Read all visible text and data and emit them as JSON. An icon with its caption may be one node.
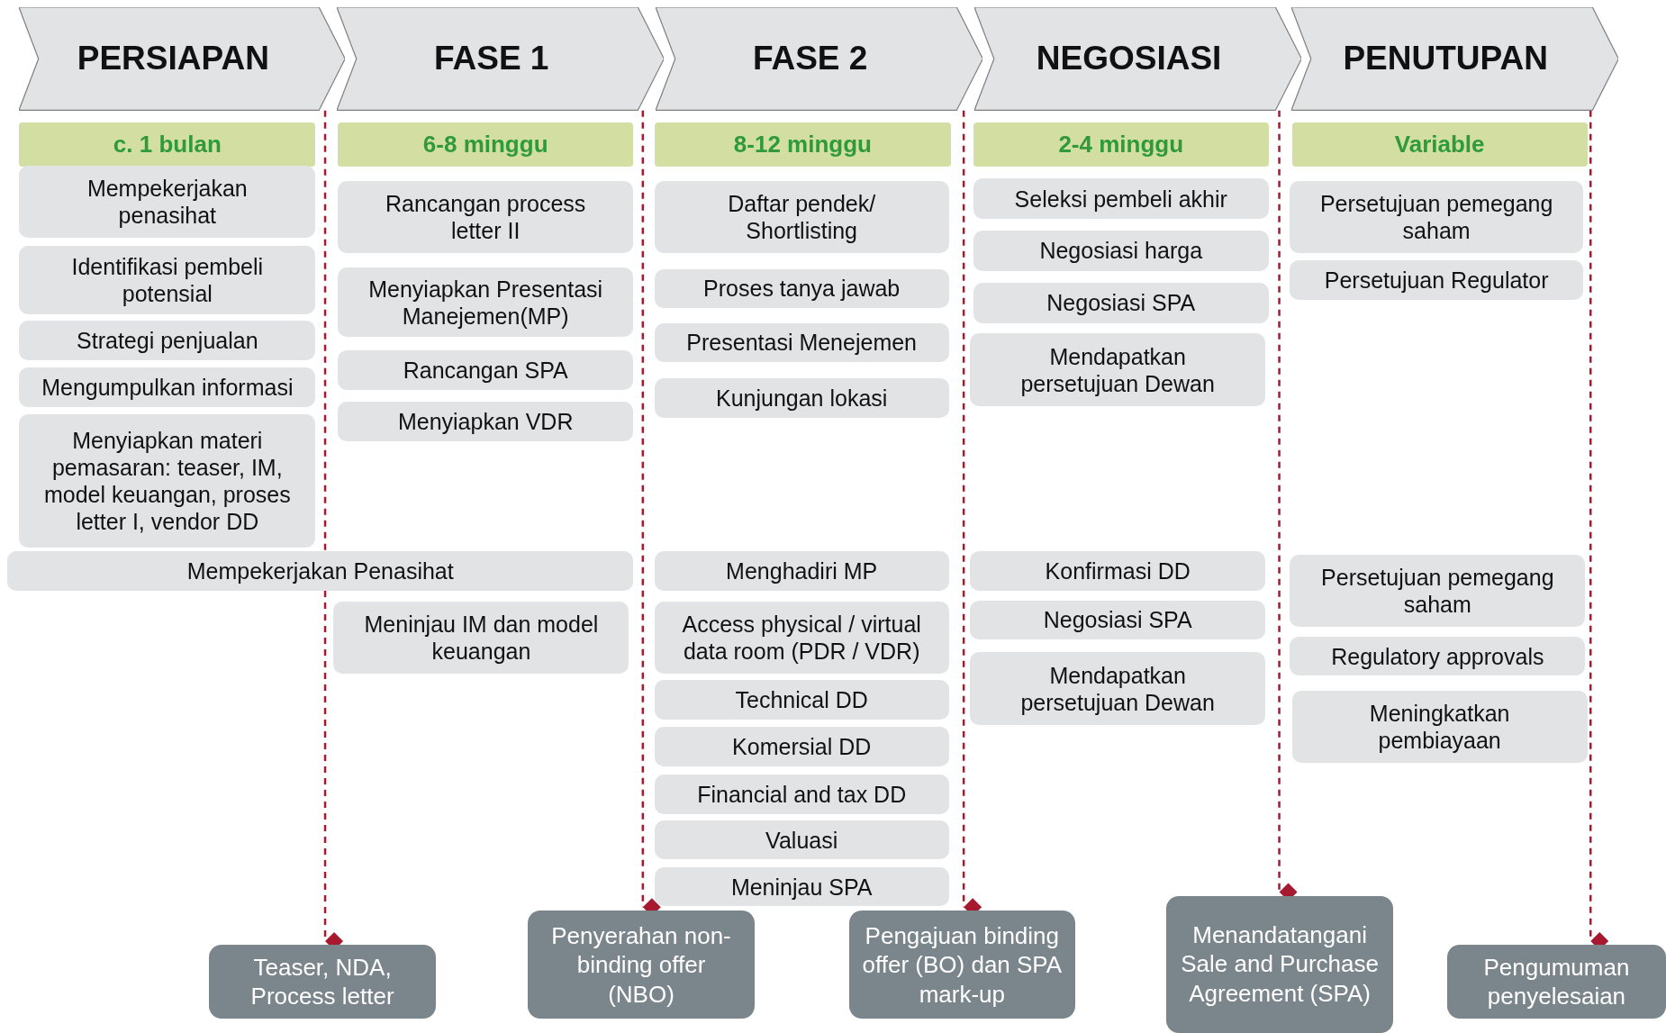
{
  "diagram": {
    "nodes": [
      {
        "text": [
          "PERSIAPAN"
        ]
      },
      {
        "text": [
          "FASE 1"
        ]
      },
      {
        "text": [
          "FASE 2"
        ]
      },
      {
        "text": [
          "NEGOSIASI"
        ]
      },
      {
        "text": [
          "PENUTUPAN"
        ]
      },
      {
        "text": [
          "c. 1 bulan"
        ]
      },
      {
        "text": [
          "6-8 minggu"
        ]
      },
      {
        "text": [
          "8-12 minggu"
        ]
      },
      {
        "text": [
          "2-4 minggu"
        ]
      },
      {
        "text": [
          "Variable"
        ]
      },
      {
        "text": [
          "Mempekerjakan penasihat"
        ]
      },
      {
        "text": [
          "Identifikasi pembeli potensial"
        ]
      },
      {
        "text": [
          "Strategi penjualan"
        ]
      },
      {
        "text": [
          "Mengumpulkan informasi"
        ]
      },
      {
        "text": [
          "Menyiapkan materi pemasaran: teaser, IM, model keuangan, proses letter I, vendor DD"
        ]
      },
      {
        "text": [
          "Rancangan process letter II"
        ]
      },
      {
        "text": [
          "Menyiapkan Presentasi Manejemen(MP)"
        ]
      },
      {
        "text": [
          "Rancangan SPA"
        ]
      },
      {
        "text": [
          "Menyiapkan VDR"
        ]
      },
      {
        "text": [
          "Daftar pendek/ Shortlisting"
        ]
      },
      {
        "text": [
          "Proses tanya jawab"
        ]
      },
      {
        "text": [
          "Presentasi Menejemen"
        ]
      },
      {
        "text": [
          "Kunjungan lokasi"
        ]
      },
      {
        "text": [
          "Seleksi pembeli akhir"
        ]
      },
      {
        "text": [
          "Negosiasi harga"
        ]
      },
      {
        "text": [
          "Negosiasi SPA"
        ]
      },
      {
        "text": [
          "Mendapatkan persetujuan Dewan"
        ]
      },
      {
        "text": [
          "Persetujuan pemegang saham"
        ]
      },
      {
        "text": [
          "Persetujuan Regulator"
        ]
      },
      {
        "text": [
          "Mempekerjakan Penasihat"
        ]
      },
      {
        "text": [
          "Meninjau IM dan model keuangan"
        ]
      },
      {
        "text": [
          "Menghadiri MP"
        ]
      },
      {
        "text": [
          "Access physical / virtual data room (PDR / VDR)"
        ]
      },
      {
        "text": [
          "Technical DD"
        ]
      },
      {
        "text": [
          "Komersial DD"
        ]
      },
      {
        "text": [
          "Financial and tax DD"
        ]
      },
      {
        "text": [
          "Valuasi"
        ]
      },
      {
        "text": [
          "Meninjau SPA"
        ]
      },
      {
        "text": [
          "Konfirmasi DD"
        ]
      },
      {
        "text": [
          "Negosiasi SPA"
        ]
      },
      {
        "text": [
          "Mendapatkan persetujuan Dewan"
        ]
      },
      {
        "text": [
          "Persetujuan pemegang saham"
        ]
      },
      {
        "text": [
          "Regulatory approvals"
        ]
      },
      {
        "text": [
          "Meningkatkan pembiayaan"
        ]
      },
      {
        "text": [
          "Teaser, NDA, Process letter"
        ]
      },
      {
        "text": [
          "Penyerahan non-binding offer (NBO)"
        ]
      },
      {
        "text": [
          "Pengajuan binding offer (BO) dan SPA mark-up"
        ]
      },
      {
        "text": [
          "Menandatangani Sale and Purchase Agreement (SPA)"
        ]
      },
      {
        "text": [
          "Pengumuman penyelesaian"
        ]
      }
    ],
    "edges": [
      {
        "from": 0,
        "to": 29,
        "arrow": "none",
        "style": "dashed",
        "color": "#a6192e"
      },
      {
        "from": 29,
        "to": 44,
        "arrow": "other",
        "style": "dashed",
        "color": "#a6192e"
      },
      {
        "from": 1,
        "to": 45,
        "arrow": "other",
        "style": "dashed",
        "color": "#a6192e"
      },
      {
        "from": 2,
        "to": 46,
        "arrow": "other",
        "style": "dashed",
        "color": "#a6192e"
      },
      {
        "from": 3,
        "to": 47,
        "arrow": "other",
        "style": "dashed",
        "color": "#a6192e"
      },
      {
        "from": 4,
        "to": 48,
        "arrow": "other",
        "style": "dashed",
        "color": "#a6192e"
      }
    ]
  }
}
